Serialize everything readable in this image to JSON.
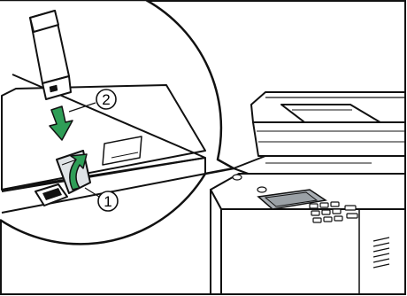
{
  "figure": {
    "steps": [
      {
        "number": "1",
        "meaning": "open-usb-cover"
      },
      {
        "number": "2",
        "meaning": "insert-usb-flash-drive"
      }
    ]
  },
  "colors": {
    "arrow_green": "#2f9e57",
    "outline": "#111111",
    "panel_fill": "#e9ecee",
    "bezel_fill": "#a9aeb3",
    "screen_fill": "#9ba1a6",
    "background": "#ffffff"
  },
  "icons": [
    "usb-flash-drive-icon",
    "insert-arrow-icon",
    "open-cover-arrow-icon",
    "printer-icon"
  ]
}
